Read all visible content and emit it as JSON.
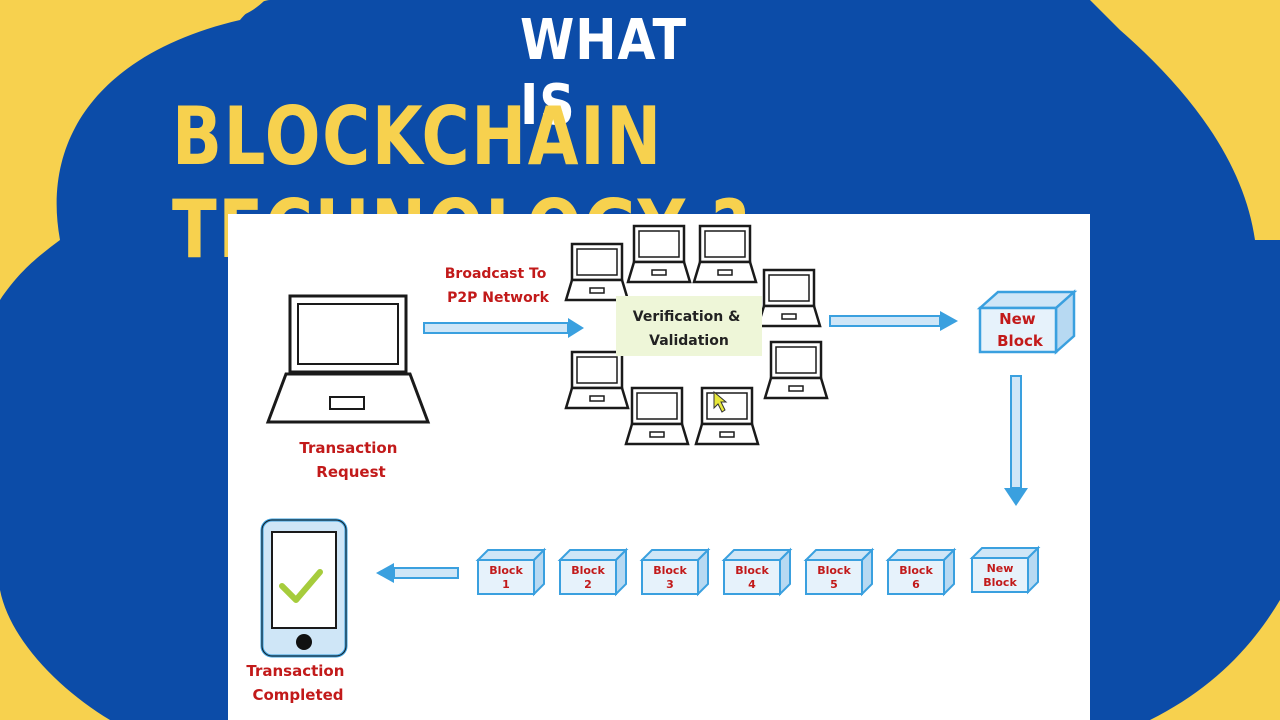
{
  "title": {
    "line1": "WHAT IS",
    "line2": "BLOCKCHAIN TECHNOLOGY ?"
  },
  "colors": {
    "background_blue": "#0c4ca8",
    "accent_yellow": "#f7d14e",
    "label_red": "#c21a1a",
    "arrow_blue": "#3aa0df",
    "block_fill": "#e6f2fb",
    "check_green": "#a6cc3c",
    "verify_bg": "#eef6d8"
  },
  "diagram": {
    "request_label": [
      "Transaction",
      "Request"
    ],
    "broadcast_label": [
      "Broadcast To",
      "P2P Network"
    ],
    "verification_label": [
      "Verification &",
      "Validation"
    ],
    "new_block_label": [
      "New",
      "Block"
    ],
    "completed_label": [
      "Transaction",
      "Completed"
    ],
    "chain_blocks": [
      {
        "word": "Block",
        "num": "1"
      },
      {
        "word": "Block",
        "num": "2"
      },
      {
        "word": "Block",
        "num": "3"
      },
      {
        "word": "Block",
        "num": "4"
      },
      {
        "word": "Block",
        "num": "5"
      },
      {
        "word": "Block",
        "num": "6"
      },
      {
        "word": "New",
        "num": "Block"
      }
    ],
    "icons": [
      "laptop-icon",
      "smartphone-icon",
      "checkmark-icon",
      "mouse-cursor-icon",
      "block-cube-icon",
      "arrow-icon"
    ]
  }
}
